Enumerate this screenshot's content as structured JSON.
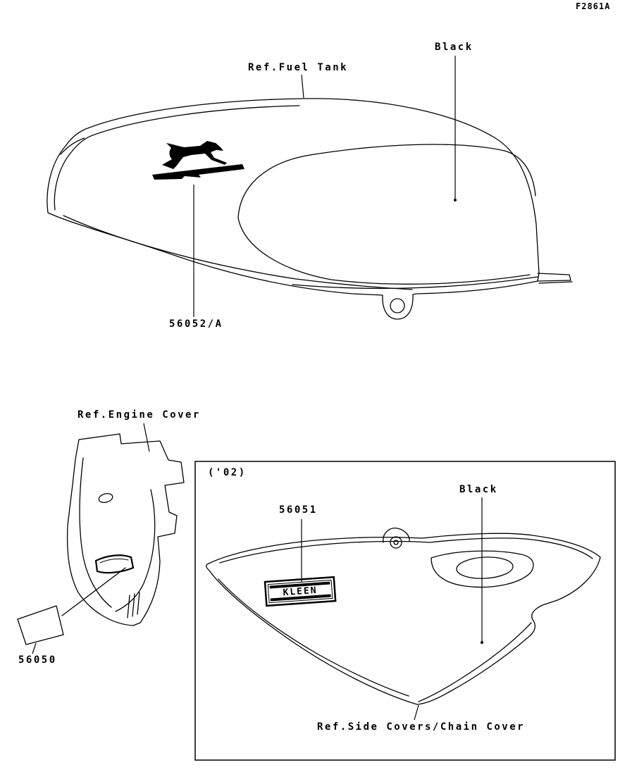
{
  "page": {
    "figure_code": "F2861A"
  },
  "fuel_tank": {
    "ref_label": "Ref.Fuel Tank",
    "color_label": "Black",
    "decal_part_number": "56052/A"
  },
  "engine_cover": {
    "ref_label": "Ref.Engine Cover",
    "decal_part_number": "56050"
  },
  "side_cover": {
    "year_label": "('02)",
    "decal_part_number": "56051",
    "color_label": "Black",
    "ref_label": "Ref.Side Covers/Chain Cover",
    "decal_text": "KLEEN"
  }
}
